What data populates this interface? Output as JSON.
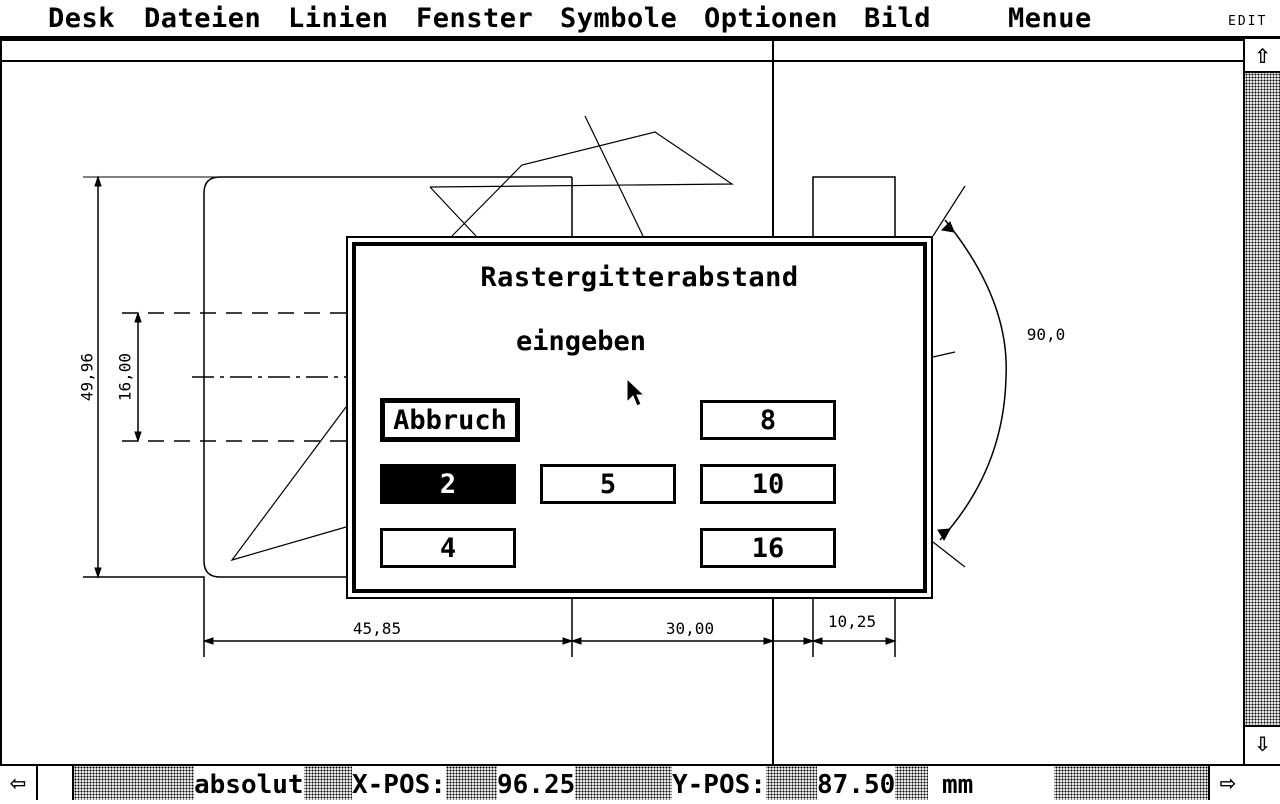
{
  "menubar": {
    "items": [
      "Desk",
      "Dateien",
      "Linien",
      "Fenster",
      "Symbole",
      "Optionen",
      "Bild",
      "Menue"
    ],
    "edit_label": "EDIT"
  },
  "drawing": {
    "dimensions": {
      "height_total": "49,96",
      "height_inner": "16,00",
      "width_left": "45,85",
      "width_middle": "30,00",
      "width_right": "10,25",
      "angle": "90,0"
    }
  },
  "dialog": {
    "title": "Rastergitterabstand",
    "subtitle": "eingeben",
    "buttons": {
      "abbruch": "Abbruch",
      "b2": "2",
      "b4": "4",
      "b5": "5",
      "b8": "8",
      "b10": "10",
      "b16": "16"
    },
    "selected": "2"
  },
  "statusbar": {
    "mode": "absolut",
    "x_label": "X-POS:",
    "x_value": "96.25",
    "y_label": "Y-POS:",
    "y_value": "87.50",
    "unit": "mm"
  },
  "icons": {
    "scroll_up": "arrow-up-icon",
    "scroll_down": "arrow-down-icon",
    "scroll_left": "arrow-left-icon",
    "scroll_right": "arrow-right-icon",
    "cursor": "mouse-pointer-icon"
  }
}
